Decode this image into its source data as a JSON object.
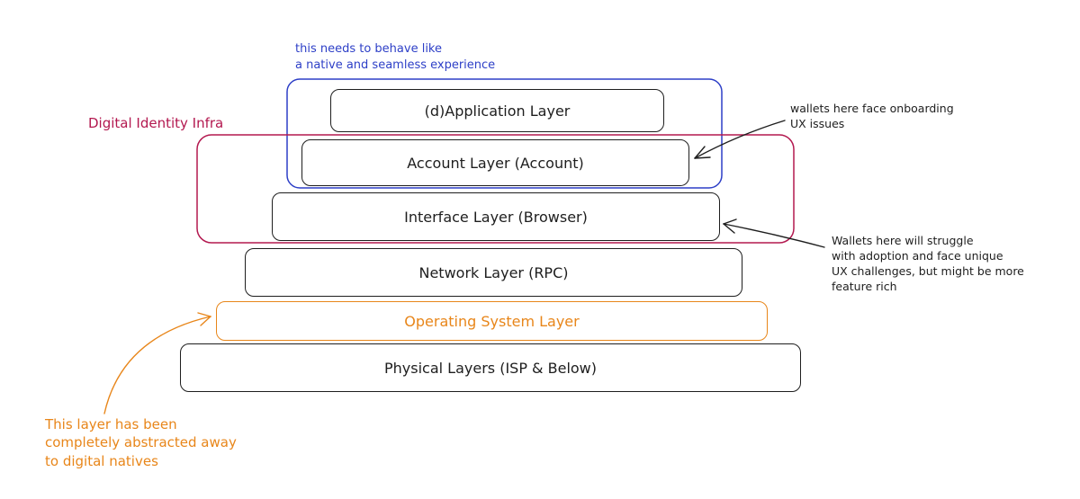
{
  "annotations": {
    "top_note": [
      "this needs to behave like",
      "a native and seamless experience"
    ],
    "identity_label": "Digital Identity Infra",
    "right_note_1": [
      "wallets here face onboarding",
      "UX issues"
    ],
    "right_note_2": [
      "Wallets here will struggle",
      "with adoption and face unique",
      "UX challenges, but might be more",
      "feature rich"
    ],
    "bottom_note": [
      "This layer has been",
      "completely abstracted away",
      "to digital natives"
    ]
  },
  "layers": [
    {
      "label": "(d)Application Layer"
    },
    {
      "label": "Account Layer (Account)"
    },
    {
      "label": "Interface Layer (Browser)"
    },
    {
      "label": "Network Layer (RPC)"
    },
    {
      "label": "Operating System Layer"
    },
    {
      "label": "Physical Layers (ISP & Below)"
    }
  ],
  "colors": {
    "ink": "#1e1e1e",
    "native_group": "#2d3fc7",
    "identity_group": "#b3184f",
    "os_layer": "#e8861a"
  }
}
